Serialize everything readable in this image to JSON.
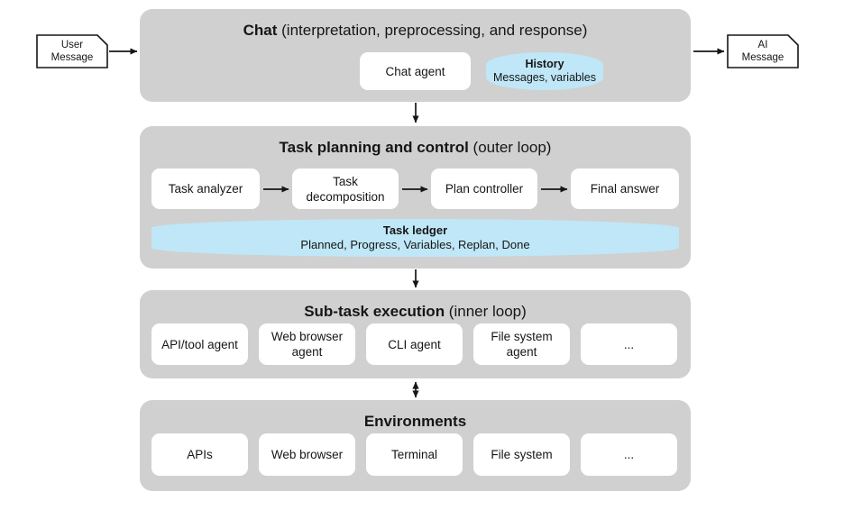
{
  "diagram": {
    "title_accessible": "Agent architecture: chat, task planning and control, sub-task execution, environments",
    "colors": {
      "panel_grey": "#d0d0d0",
      "node_white": "#ffffff",
      "ledger_blue": "#bfe7f7",
      "text": "#161616",
      "arrow": "#161616",
      "background": "#ffffff"
    }
  },
  "io": {
    "user_message": {
      "line1": "User",
      "line2": "Message"
    },
    "ai_message": {
      "line1": "AI",
      "line2": "Message"
    }
  },
  "panels": [
    {
      "id": "chat",
      "title_bold": "Chat",
      "title_rest": " (interpretation, preprocessing, and response)",
      "nodes": [
        {
          "label": "Chat agent"
        }
      ],
      "store": {
        "title": "History",
        "subtitle": "Messages, variables"
      }
    },
    {
      "id": "task-planning",
      "title_bold": "Task planning and control",
      "title_rest": " (outer loop)",
      "nodes": [
        {
          "label": "Task analyzer"
        },
        {
          "label": "Task decomposition"
        },
        {
          "label": "Plan controller"
        },
        {
          "label": "Final answer"
        }
      ],
      "store": {
        "title": "Task ledger",
        "subtitle": "Planned, Progress, Variables, Replan, Done"
      }
    },
    {
      "id": "sub-task-execution",
      "title_bold": "Sub-task execution",
      "title_rest": " (inner loop)",
      "nodes": [
        {
          "label": "API/tool agent"
        },
        {
          "label": "Web browser agent"
        },
        {
          "label": "CLI agent"
        },
        {
          "label": "File system agent"
        },
        {
          "label": "..."
        }
      ]
    },
    {
      "id": "environments",
      "title_bold": "Environments",
      "title_rest": "",
      "nodes": [
        {
          "label": "APIs"
        },
        {
          "label": "Web browser"
        },
        {
          "label": "Terminal"
        },
        {
          "label": "File system"
        },
        {
          "label": "..."
        }
      ]
    }
  ],
  "connectors": [
    {
      "id": "user-to-chat",
      "direction": "right",
      "orientation": "horizontal"
    },
    {
      "id": "chat-to-ai",
      "direction": "right",
      "orientation": "horizontal"
    },
    {
      "id": "chat-to-planning",
      "direction": "down",
      "orientation": "vertical"
    },
    {
      "id": "planning-to-subtask",
      "direction": "down",
      "orientation": "vertical"
    },
    {
      "id": "subtask-to-environments",
      "direction": "both",
      "orientation": "vertical"
    },
    {
      "id": "analyzer-to-decomposition",
      "direction": "right",
      "orientation": "horizontal"
    },
    {
      "id": "decomposition-to-controller",
      "direction": "right",
      "orientation": "horizontal"
    },
    {
      "id": "controller-to-final",
      "direction": "right",
      "orientation": "horizontal"
    }
  ]
}
